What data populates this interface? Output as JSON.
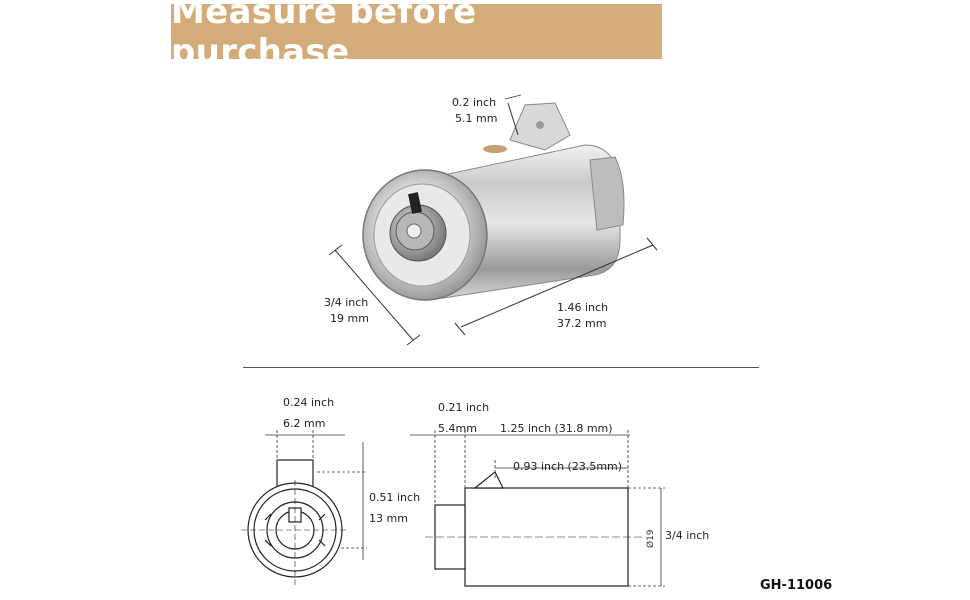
{
  "banner": {
    "title": "Measure before purchase",
    "background_color": "#d3ac79",
    "text_color": "#ffffff"
  },
  "photo_dimensions": {
    "lever": {
      "inch": "0.2 inch",
      "mm": "5.1 mm"
    },
    "diameter": {
      "inch": "3/4 inch",
      "mm": "19 mm"
    },
    "length": {
      "inch": "1.46 inch",
      "mm": "37.2 mm"
    }
  },
  "drawing_dimensions": {
    "front_key_width": {
      "inch": "0.24 inch",
      "mm": "6.2 mm"
    },
    "front_height": {
      "inch": "0.51 inch",
      "mm": "13 mm"
    },
    "side_collar": {
      "inch": "0.21 inch",
      "mm": "5.4mm"
    },
    "side_body_length": "1.25 inch (31.8 mm)",
    "side_lever_offset": "0.93 inch (23.5mm)",
    "side_diameter_symbol": "Ø19",
    "side_diameter": "3/4 inch"
  },
  "model": {
    "code": "GH-11006"
  }
}
